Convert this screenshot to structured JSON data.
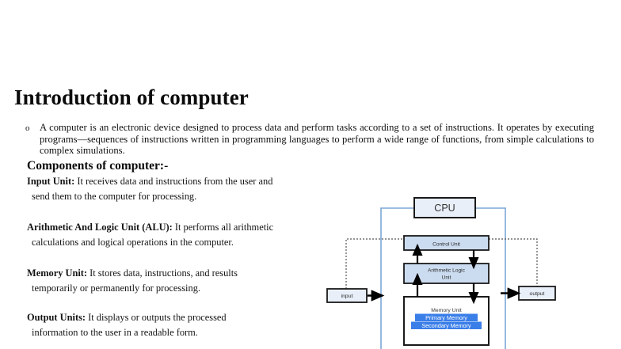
{
  "document": {
    "title": "Introduction of computer",
    "intro": {
      "bullet_marker": "o",
      "text": "A computer is an electronic device designed to process data and perform tasks according to a set of instructions. It operates by executing programs—sequences of instructions written in programming languages to perform a wide range of functions, from simple calculations to complex simulations."
    },
    "components_heading": "Components of computer:-",
    "components": [
      {
        "term": "Input Unit:",
        "line1": " It receives data and instructions from the user and",
        "line2": "send them to the computer for processing."
      },
      {
        "term": "Arithmetic And Logic Unit (ALU):",
        "line1": " It performs all arithmetic",
        "line2": "calculations and logical operations in the computer."
      },
      {
        "term": "Memory Unit:",
        "line1": " It stores data, instructions, and results",
        "line2": "temporarily or permanently for processing."
      },
      {
        "term": "Output Units:",
        "line1": " It displays or outputs the processed",
        "line2": "information to the user in a readable form."
      }
    ]
  },
  "diagram": {
    "type": "block-diagram",
    "title": "Computer architecture block diagram",
    "blocks": {
      "cpu": {
        "label": "CPU",
        "fill": "#e8eff8",
        "stroke": "#1a1a1a"
      },
      "control_unit": {
        "label": "Control Unit",
        "fill": "#ccdcf0",
        "stroke": "#1a1a1a"
      },
      "alu": {
        "label_line1": "Arithmetic Logic",
        "label_line2": "Unit",
        "fill": "#ccdcf0",
        "stroke": "#1a1a1a"
      },
      "memory_unit": {
        "label": "Memory Unit",
        "highlight_line1": "Primary Memory",
        "highlight_line2": "Secondary Memory",
        "fill": "#ffffff",
        "stroke": "#1a1a1a",
        "highlight_background": "#3a7ee8",
        "highlight_text": "#ffffff"
      },
      "input": {
        "label": "input",
        "fill": "#e8eff8",
        "stroke": "#1a1a1a"
      },
      "output": {
        "label": "output",
        "fill": "#e8eff8",
        "stroke": "#1a1a1a"
      }
    },
    "connectors": {
      "bus_color": "#7ba7d7",
      "dotted_color": "#555555",
      "arrow_color": "#000000"
    }
  }
}
